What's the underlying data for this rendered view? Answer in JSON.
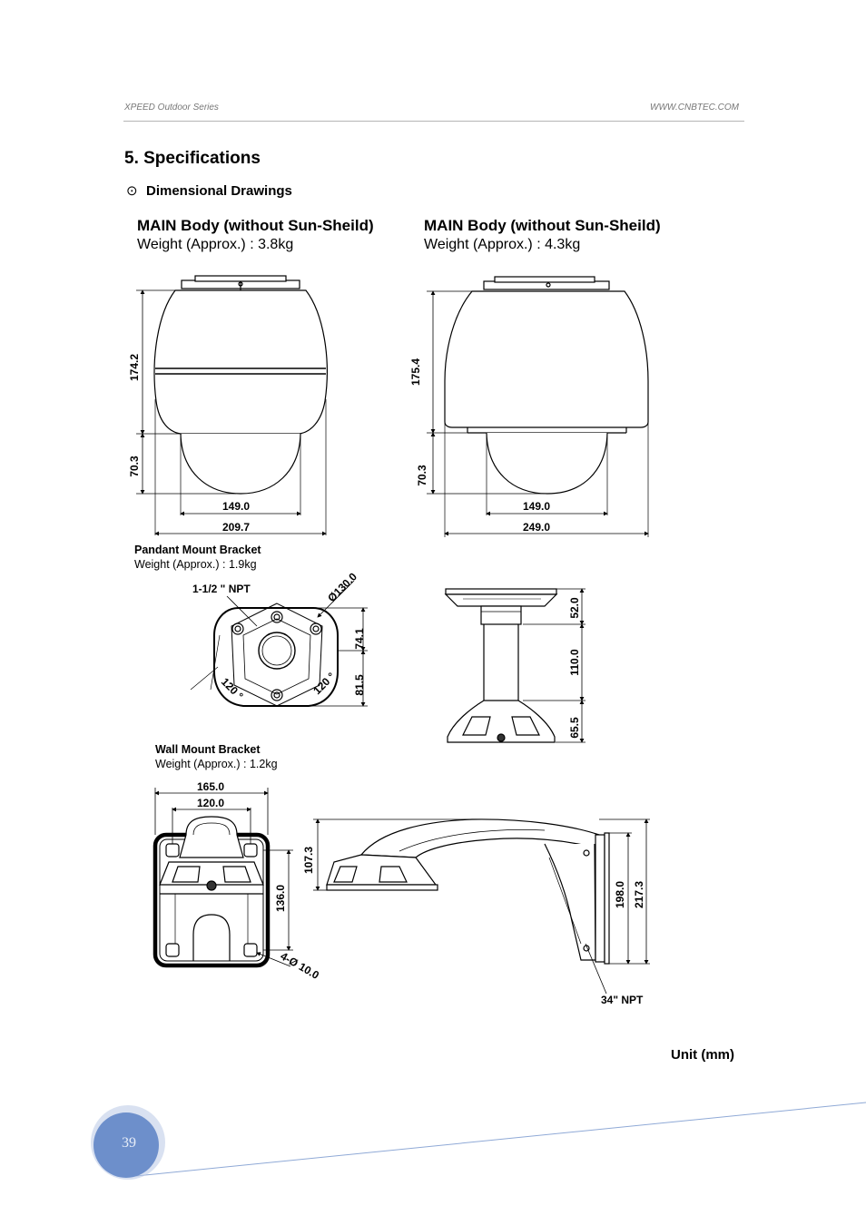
{
  "header": {
    "left": "XPEED Outdoor Series",
    "right": "WWW.CNBTEC.COM"
  },
  "section_title": "5. Specifications",
  "subsection": {
    "bullet": "⊙",
    "title": "Dimensional Drawings"
  },
  "main_body_left": {
    "title": "MAIN Body (without Sun-Sheild)",
    "weight": "Weight (Approx.) : 3.8kg",
    "dims": {
      "height_upper": "174.2",
      "height_dome": "70.3",
      "width_dome": "149.0",
      "width_body": "209.7"
    }
  },
  "main_body_right": {
    "title": "MAIN Body (without Sun-Sheild)",
    "weight": "Weight (Approx.) : 4.3kg",
    "dims": {
      "height_upper": "175.4",
      "height_dome": "70.3",
      "width_dome": "149.0",
      "width_body": "249.0"
    }
  },
  "pendant_bracket": {
    "title": "Pandant Mount Bracket",
    "weight": "Weight (Approx.) : 1.9kg",
    "dims": {
      "thread": "1-1/2 \" NPT",
      "diameter": "Ø130.0",
      "d1": "74.1",
      "d2": "81.5",
      "angle_left": "120 °",
      "angle_right": "120 °",
      "top": "52.0",
      "mid": "110.0",
      "bottom": "65.5"
    }
  },
  "wall_bracket": {
    "title": "Wall Mount Bracket",
    "weight": "Weight (Approx.) : 1.2kg",
    "dims": {
      "outer_width": "165.0",
      "inner_width": "120.0",
      "height": "136.0",
      "holes": "4-Ø 10.0",
      "side_height": "107.3",
      "plate_inner": "198.0",
      "plate_outer": "217.3",
      "thread": "34\" NPT"
    }
  },
  "unit_label": "Unit (mm)",
  "page_number": "39",
  "colors": {
    "page_circle": "#6d8fcb",
    "page_circle_ring": "#b9c9e6",
    "footer_line": "#8fa9d6"
  }
}
